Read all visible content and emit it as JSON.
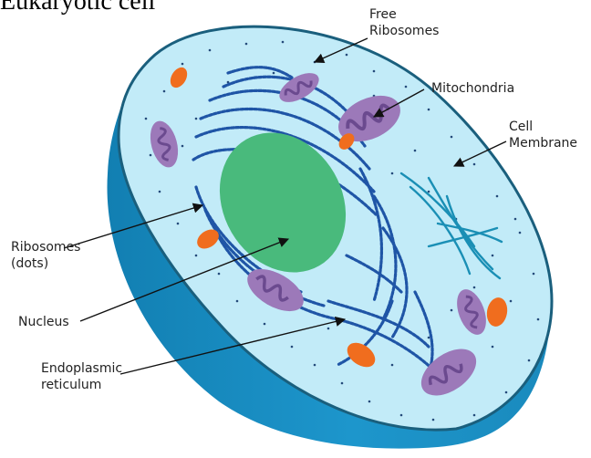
{
  "title": "Eukaryotic cell",
  "labels": {
    "free_ribosomes": [
      "Free",
      "Ribosomes"
    ],
    "mitochondria": "Mitochondria",
    "cell_membrane": [
      "Cell",
      "Membrane"
    ],
    "ribosomes_dots": [
      "Ribosomes",
      "(dots)"
    ],
    "nucleus": "Nucleus",
    "endoplasmic_reticulum": [
      "Endoplasmic",
      "reticulum"
    ]
  },
  "colors": {
    "cytoplasm": "#c2ebf8",
    "outer_shell": "#1a8fc4",
    "membrane_edge": "#1a5f7d",
    "nucleus": "#49ba7c",
    "er": "#1f55a6",
    "mitochondria": "#9c79b9",
    "mito_cristae": "#6b4a8f",
    "vesicles": "#f06d1e",
    "cytoskeleton": "#1a8fb5"
  }
}
